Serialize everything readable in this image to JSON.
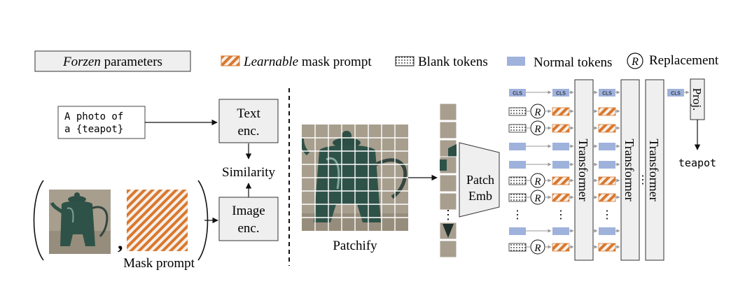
{
  "legend": {
    "frozen_label_italic": "Forzen",
    "frozen_label_rest": " parameters",
    "learnable_italic": "Learnable",
    "learnable_rest": " mask prompt",
    "blank_tokens": "Blank tokens",
    "normal_tokens": "Normal tokens",
    "replacement_symbol": "R",
    "replacement": "Replacement"
  },
  "left": {
    "prompt_line1": "A photo of",
    "prompt_line2": "a {teapot}",
    "text_enc_line1": "Text",
    "text_enc_line2": "enc.",
    "similarity": "Similarity",
    "image_enc_line1": "Image",
    "image_enc_line2": "enc.",
    "comma": ",",
    "mask_prompt": "Mask prompt"
  },
  "middle": {
    "patchify": "Patchify",
    "patch_emb_line1": "Patch",
    "patch_emb_line2": "Emb",
    "ellipsis": "⋮"
  },
  "right": {
    "cls": "CLS",
    "replacement_symbol": "R",
    "transformer_1": "Transformer",
    "transformer_2": "Transformer",
    "transformer_3": "Transformer",
    "proj": "Proj.",
    "output": "teapot",
    "ellipsis": "⋮"
  },
  "colors": {
    "frozen_fill": "#efefef",
    "learnable_orange": "#d9782e",
    "normal_token": "#9fb2dc",
    "cls_token": "#9fb2dc",
    "teapot_green": "#2f5248",
    "photo_bg": "#a79e8e"
  },
  "icons": {
    "blank_token": "dotted-box-icon",
    "replacement": "circled-r-icon",
    "learnable": "hatched-box-icon"
  }
}
